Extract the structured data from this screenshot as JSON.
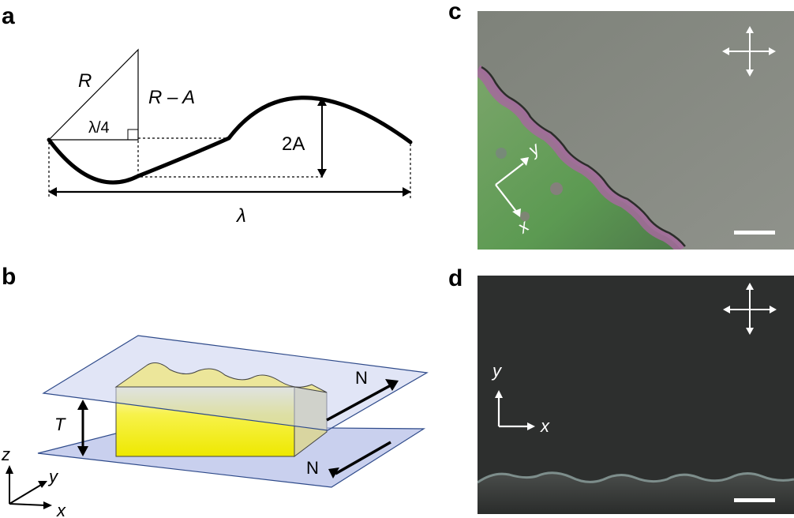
{
  "panels": {
    "a": {
      "letter": "a",
      "labels": {
        "R": "R",
        "R_minus_A": "R – A",
        "lambda_quarter": "λ/4",
        "two_A": "2A",
        "lambda": "λ"
      }
    },
    "b": {
      "letter": "b",
      "labels": {
        "T": "T",
        "N_top": "N",
        "N_bottom": "N",
        "axis_z": "z",
        "axis_y": "y",
        "axis_x": "x"
      },
      "colors": {
        "plate_fill": "#c9d0ee",
        "plate_stroke": "#2e4a8a",
        "block_top": "#e6e08a",
        "block_front": "#f7f24a"
      }
    },
    "c": {
      "letter": "c",
      "labels": {
        "axis_y": "y",
        "axis_x": "x"
      },
      "colors": {
        "background": "#8e9389",
        "film": "#6a9a5a",
        "edge": "#a06a9a"
      }
    },
    "d": {
      "letter": "d",
      "labels": {
        "axis_y": "y",
        "axis_x": "x"
      },
      "colors": {
        "background": "#2d2f2e",
        "edge": "#8fa2a0"
      }
    }
  }
}
